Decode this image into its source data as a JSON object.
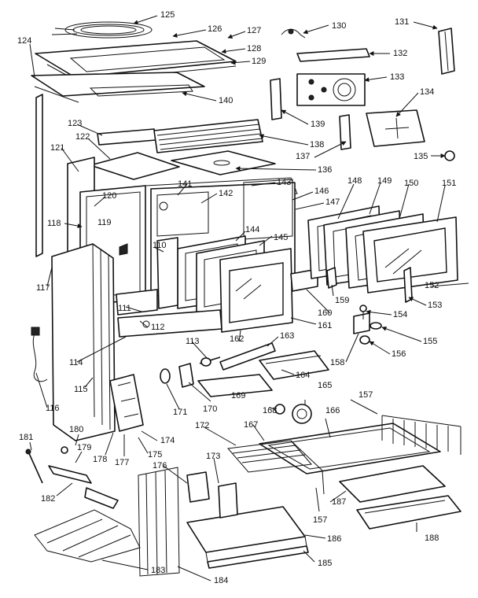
{
  "diagram": {
    "callouts": {
      "n111": "111",
      "n112": "112",
      "n113": "113",
      "n114": "114",
      "n115": "115",
      "n116": "116",
      "n117": "117",
      "n118": "118",
      "n119": "119",
      "n120": "120",
      "n121": "121",
      "n122": "122",
      "n123": "123",
      "n124": "124",
      "n125": "125",
      "n126": "126",
      "n127": "127",
      "n128": "128",
      "n129": "129",
      "n130": "130",
      "n131": "131",
      "n132": "132",
      "n133": "133",
      "n134": "134",
      "n135": "135",
      "n136": "136",
      "n137": "137",
      "n138": "138",
      "n139": "139",
      "n140": "140",
      "n141": "141",
      "n142": "142",
      "n143": "143",
      "n144": "144",
      "n145": "145",
      "n146": "146",
      "n147": "147",
      "n148": "148",
      "n149": "149",
      "n150": "150",
      "n151": "151",
      "n152": "152",
      "n153": "153",
      "n154": "154",
      "n155": "155",
      "n156": "156",
      "n157": "157",
      "n157b": "157",
      "n158": "158",
      "n159": "159",
      "n160": "160",
      "n161": "161",
      "n162": "162",
      "n163": "163",
      "n164": "164",
      "n165": "165",
      "n166": "166",
      "n167": "167",
      "n168": "168",
      "n169": "169",
      "n170": "170",
      "n171": "171",
      "n172": "172",
      "n173": "173",
      "n174": "174",
      "n175": "175",
      "n176": "176",
      "n177": "177",
      "n178": "178",
      "n179": "179",
      "n180": "180",
      "n181": "181",
      "n182": "182",
      "n183": "183",
      "n184": "184",
      "n185": "185",
      "n186": "186",
      "n187": "187",
      "n188": "188",
      "n110": "110"
    }
  }
}
